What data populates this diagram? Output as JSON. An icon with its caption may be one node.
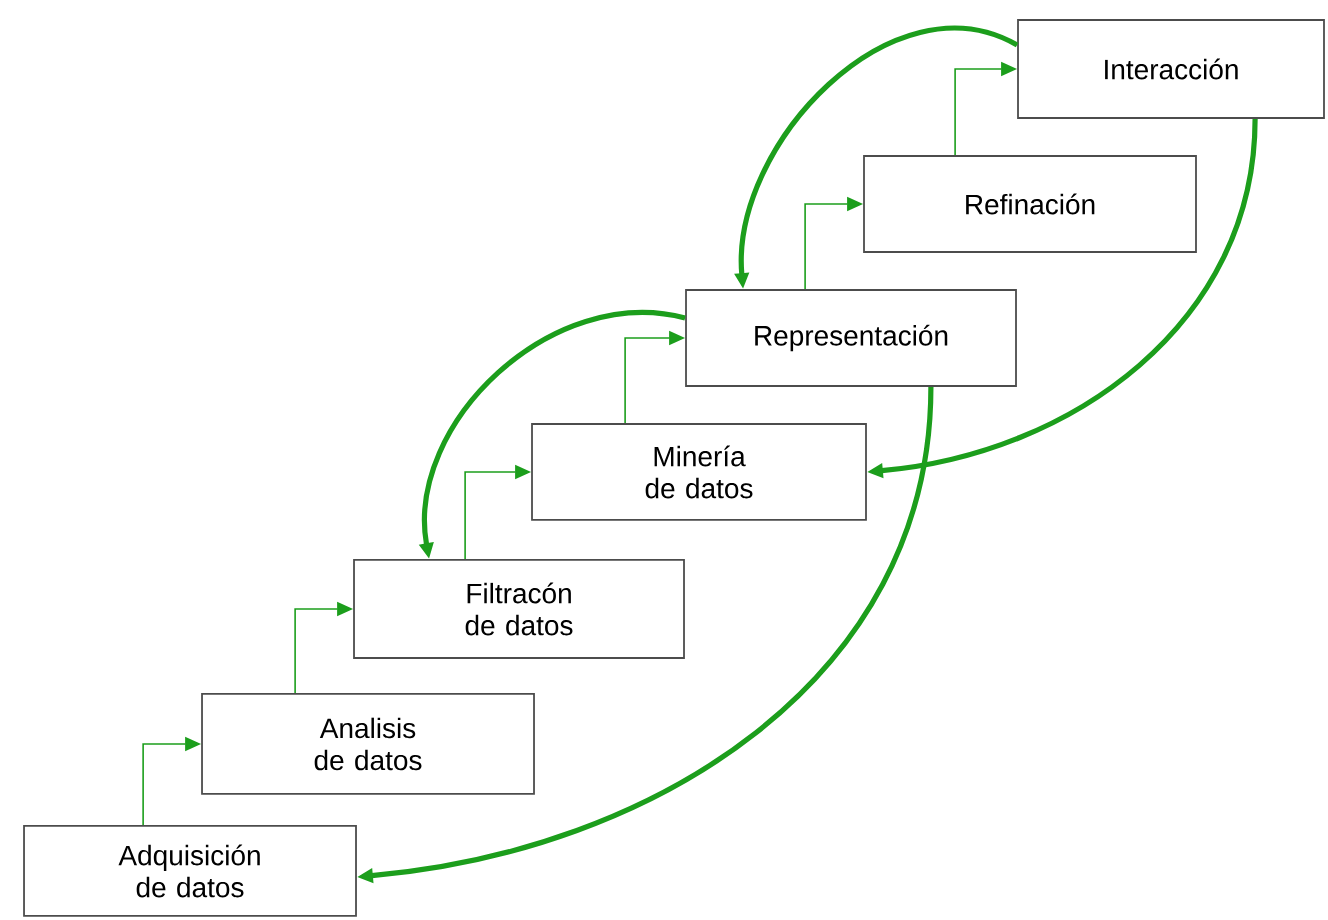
{
  "diagram": {
    "nodes": [
      {
        "text": [
          "Adquisición de datos"
        ]
      },
      {
        "text": [
          "Analisis  de datos"
        ]
      },
      {
        "text": [
          "Filtracón de datos"
        ]
      },
      {
        "text": [
          "Minería de datos"
        ]
      },
      {
        "text": [
          "Representación"
        ]
      },
      {
        "text": [
          "Refinación"
        ]
      },
      {
        "text": [
          "Interacción"
        ]
      }
    ],
    "edges": [
      {
        "from": 0,
        "to": 1,
        "arrow": "to"
      },
      {
        "from": 1,
        "to": 2,
        "arrow": "to"
      },
      {
        "from": 2,
        "to": 3,
        "arrow": "to"
      },
      {
        "from": 3,
        "to": 4,
        "arrow": "to"
      },
      {
        "from": 4,
        "to": 5,
        "arrow": "to"
      },
      {
        "from": 5,
        "to": 6,
        "arrow": "to"
      },
      {
        "from": 6,
        "to": 4,
        "arrow": "to",
        "style": "thick"
      },
      {
        "from": 6,
        "to": 3,
        "arrow": "to",
        "style": "thick"
      },
      {
        "from": 4,
        "to": 2,
        "arrow": "to",
        "style": "thick"
      },
      {
        "from": 4,
        "to": 0,
        "arrow": "to",
        "style": "thick"
      }
    ]
  }
}
